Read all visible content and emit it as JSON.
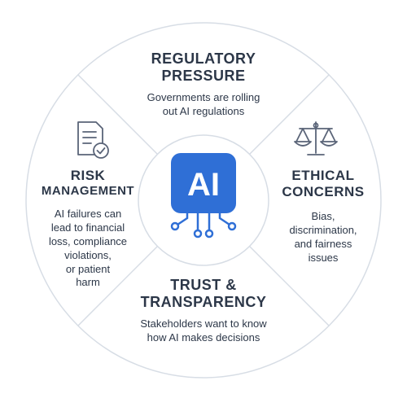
{
  "colors": {
    "accent": "#2f6fd6",
    "text": "#2c3748",
    "ring_stroke": "#d7dde5",
    "icon_gray": "#5a6478"
  },
  "center": {
    "label": "AI",
    "icon": "ai-chip-icon"
  },
  "segments": {
    "top": {
      "title_lines": [
        "REGULATORY",
        "PRESSURE"
      ],
      "desc_lines": [
        "Governments are rolling",
        "out AI regulations"
      ]
    },
    "right": {
      "icon": "scales-icon",
      "title_lines": [
        "ETHICAL",
        "CONCERNS"
      ],
      "desc_lines": [
        "Bias,",
        "discrimination,",
        "and fairness",
        "issues"
      ]
    },
    "bottom": {
      "title_lines": [
        "TRUST &",
        "TRANSPARENCY"
      ],
      "desc_lines": [
        "Stakeholders want to know",
        "how AI makes decisions"
      ]
    },
    "left": {
      "icon": "document-check-icon",
      "title_lines": [
        "RISK",
        "MANAGEMENT"
      ],
      "desc_lines": [
        "AI failures can",
        "lead to financial",
        "loss, compliance",
        "violations,",
        "or patient",
        "harm"
      ]
    }
  }
}
